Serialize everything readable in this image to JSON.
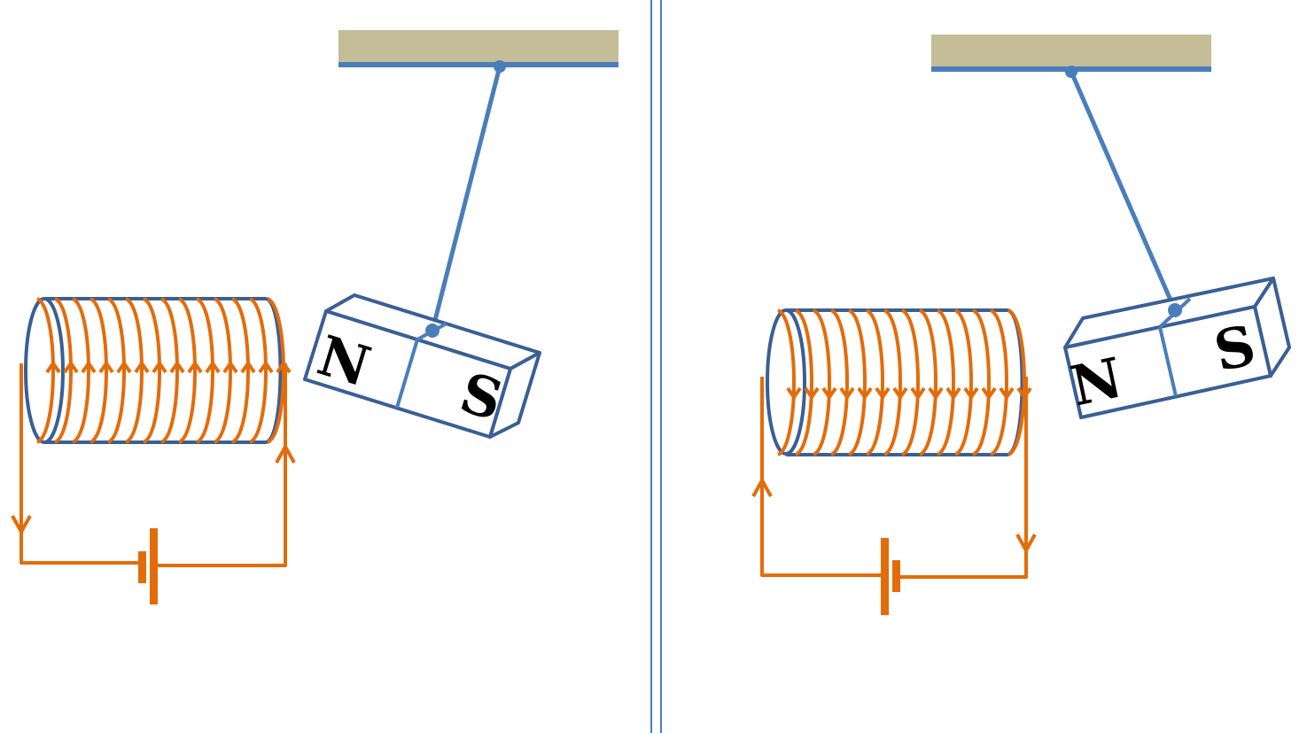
{
  "colors": {
    "ceiling": "#c4bd97",
    "frame_blue": "#4a7ebb",
    "magnet_outline": "#3a5f95",
    "wire": "#e36c0a",
    "label": "#000000"
  },
  "panels": [
    {
      "magnet": {
        "north_label": "N",
        "south_label": "S"
      },
      "current_direction": "up"
    },
    {
      "magnet": {
        "north_label": "N",
        "south_label": "S"
      },
      "current_direction": "down"
    }
  ]
}
